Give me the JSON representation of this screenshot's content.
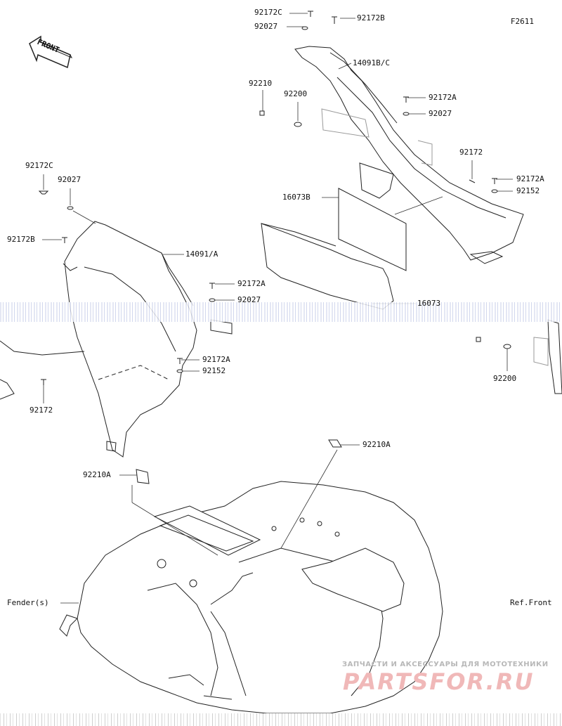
{
  "figure_code": "F2611",
  "front_label": "FRONT",
  "labels": {
    "p92172C_top": "92172C",
    "p92027_top": "92027",
    "p92172B_top": "92172B",
    "p14091BC": "14091B/C",
    "p92210_top": "92210",
    "p92200_top": "92200",
    "p92172A_r1": "92172A",
    "p92027_r1": "92027",
    "p92172_r": "92172",
    "p92172A_r2": "92172A",
    "p92152_r": "92152",
    "p16073B": "16073B",
    "p92172C_left": "92172C",
    "p92027_left": "92027",
    "p92172B_left": "92172B",
    "p14091A": "14091/A",
    "p92172A_mid": "92172A",
    "p92027_mid": "92027",
    "p16073": "16073",
    "p92172A_low": "92172A",
    "p92152_low": "92152",
    "p92172_left": "92172",
    "p92200_right": "92200",
    "p92210A_right": "92210A",
    "p92210A_left": "92210A",
    "fenders": "Fender(s)",
    "ref_front": "Ref.Front"
  },
  "watermark": {
    "line1": "ЗАПЧАСТИ И АКСЕССУАРЫ ДЛЯ МОТОТЕХНИКИ",
    "line2": "PARTSFOR.RU"
  }
}
